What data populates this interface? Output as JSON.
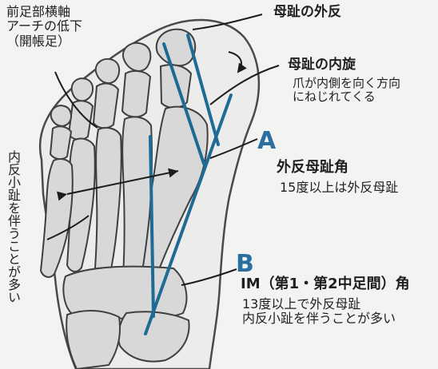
{
  "labels": {
    "forefoot_arch": [
      "前足部横軸",
      "アーチの低下",
      "（開帳足）"
    ],
    "hallux_valgus": "母趾の外反",
    "hallux_rotation_title": "母趾の内旋",
    "hallux_rotation_desc": [
      "爪が内側を向く方向",
      "にねじれてくる"
    ],
    "point_a": "A",
    "angle_a_title": "外反母趾角",
    "angle_a_desc": "15度以上は外反母趾",
    "bunionette_vertical": "内反小趾を伴うことが多い",
    "point_b": "B",
    "angle_b_title": "IM（第1・第2中足間）角",
    "angle_b_desc": [
      "13度以上で外反母趾",
      "内反小趾を伴うことが多い"
    ]
  },
  "colors": {
    "axis_line": "#1f6b95",
    "leader_line": "#1c1c1c",
    "bone_fill": "#d8d8d8",
    "bone_outline": "#3f3f3f",
    "accent_text": "#2a6f9f"
  }
}
